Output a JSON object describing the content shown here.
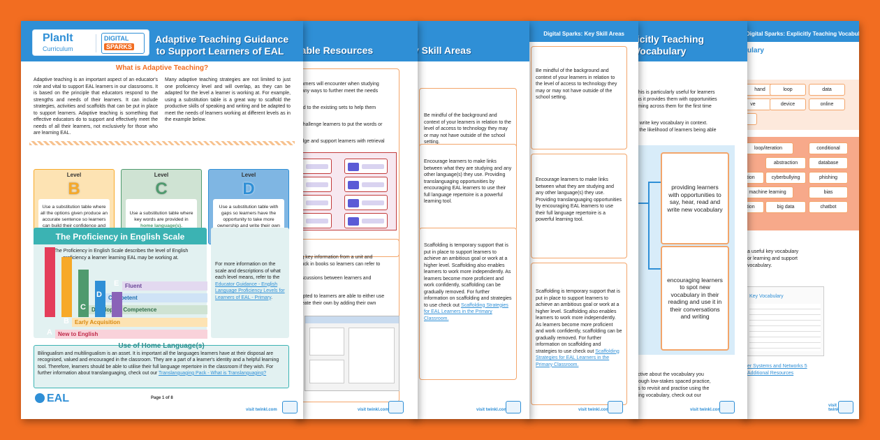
{
  "page1": {
    "logo_brand": "PlanIt",
    "logo_sub": "Curriculum",
    "badge_top": "DIGITAL",
    "badge_bottom": "SPARKS",
    "title_line1": "Adaptive Teaching Guidance",
    "title_line2": "to Support Learners of EAL",
    "section_heading": "What is Adaptive Teaching?",
    "col1_text": "Adaptive teaching is an important aspect of an educator's role and vital to support EAL learners in our classrooms. It is based on the principle that educators respond to the strengths and needs of their learners. It can include strategies, activities and scaffolds that can be put in place to support learners. Adaptive teaching is something that effective educators do to support and effectively meet the needs of all their learners, not exclusively for those who are learning EAL.",
    "col2_text": "Many adaptive teaching strategies are not limited to just one proficiency level and will overlap, as they can be adapted for the level a learner is working at. For example, using a substitution table is a great way to scaffold the productive skills of speaking and writing and be adapted to meet the needs of learners working at different levels as in the example below.",
    "levels": [
      {
        "label": "Level",
        "letter": "B",
        "desc": "Use a substitution table where all the options given produce an accurate sentence so learners can build their confidence and include visuals.",
        "color": "#f7a928",
        "bg": "#fde3b3"
      },
      {
        "label": "Level",
        "letter": "C",
        "desc_a": "Use a substitution table where key words are provided in",
        "desc_b": "home language(s).",
        "color": "#4f9a6e",
        "bg": "#cfe3d3"
      },
      {
        "label": "Level",
        "letter": "D",
        "desc": "Use a substitution table with gaps so learners have the opportunity to take more ownership and write their own responses.",
        "color": "#2f8fd6",
        "bg": "#7fb6e3"
      }
    ],
    "scale_title": "The Proficiency in English Scale",
    "scale_desc": "The Proficiency in English Scale describes the level of English proficiency a learner learning EAL may be working at.",
    "scale_levels": [
      {
        "letter": "A",
        "name": "New to English",
        "color": "#e43d5a"
      },
      {
        "letter": "B",
        "name": "Early Acquisition",
        "color": "#f7a928"
      },
      {
        "letter": "C",
        "name": "Developing Competence",
        "color": "#4f9a6e"
      },
      {
        "letter": "D",
        "name": "Competent",
        "color": "#2f8fd6"
      },
      {
        "letter": "E",
        "name": "Fluent",
        "color": "#8a63b8"
      }
    ],
    "side_text": "For more information on the scale and descriptions of what each level means, refer to the",
    "side_link": "Educator Guidance - English Language Proficiency Levels for Learners of EAL - Primary",
    "home_heading": "Use of Home Language(s)",
    "home_text": "Bilingualism and multilingualism is an asset. It is important all the languages learners have at their disposal are recognised, valued and encouraged in the classroom. They are a part of a learner's identity and a helpful learning tool. Therefore, learners should be able to utilise their full language repertoire in the classroom if they wish. For further information about translanguaging, check out our",
    "home_link": "Translanguaging Pack - What is Translanguaging?",
    "footer_logo": "EAL",
    "footer_page": "Page 1 of 8",
    "footer_site": "visit twinkl.com"
  },
  "page2": {
    "title": "table Resources",
    "lines": [
      "learners will encounter when studying",
      "many ways to further meet the needs",
      "add to the existing sets to help them",
      "r challenge learners to put the words or",
      "ledge and support learners with retrieval"
    ],
    "lines2": [
      "ing key information from a unit and",
      "stuck in books so learners can refer to",
      "discussions between learners and",
      "dapted to learners are able to either use",
      "create their own by adding their own"
    ],
    "footer_site": "visit twinkl.com"
  },
  "page3": {
    "title": "y Skill Areas",
    "boxes": [
      "Be mindful of the background and context of your learners in relation to the level of access to technology they may or may not have outside of the school setting.",
      "Encourage learners to make links between what they are studying and any other language(s) they use. Providing translanguaging opportunities by encouraging EAL learners to use their full language repertoire is a powerful learning tool.",
      "Scaffolding is temporary support that is put in place to support learners to achieve an ambitious goal or work at a higher level. Scaffolding also enables learners to work more independently. As learners become more proficient and work confidently, scaffolding can be gradually removed. For further information on scaffolding and strategies to use check out"
    ],
    "link": "Scaffolding Strategies for EAL Learners in the Primary Classroom.",
    "footer_site": "visit twinkl.com"
  },
  "page4": {
    "band_title": "Digital Sparks: Key Skill Areas",
    "boxes": [
      "Be mindful of the background and context of your learners in relation to the level of access to technology they may or may not have outside of the school setting.",
      "Encourage learners to make links between what they are studying and any other language(s) they use. Providing translanguaging opportunities by encouraging EAL learners to use their full language repertoire is a powerful learning tool.",
      "Scaffolding is temporary support that is put in place to support learners to achieve an ambitious goal or work at a higher level. Scaffolding also enables learners to work more independently. As learners become more proficient and work confidently, scaffolding can be gradually removed. For further information on scaffolding and strategies to use check out"
    ],
    "link": "Scaffolding Strategies for EAL Learners in the Primary Classroom.",
    "footer_site": "visit twinkl.com"
  },
  "page5": {
    "title_line1": "licitly Teaching",
    "title_line2": "Vocabulary",
    "lines": [
      "d this is particularly useful for learners",
      "s as it provides them with opportunities",
      "coming across them for the first time",
      "nd write key vocabulary in context.",
      "es the likelihood of learners being able"
    ],
    "box1": "providing learners with opportunities to say, hear, read and write new vocabulary",
    "box2": "encouraging learners to spot new vocabulary in their reading and use it in their conversations and writing",
    "lines2": [
      "flective about the vocabulary you",
      "through low-stakes spaced practice,",
      "ties to revisit and practise using the",
      "ching vocabulary, check out our"
    ],
    "footer_site": "visit twinkl.com"
  },
  "page6": {
    "band_title": "Digital Sparks: Explicitly Teaching Vocabulary",
    "heading": "ulary",
    "words_top": [
      "hand",
      "loop",
      "data",
      "ve",
      "device",
      "online",
      "n"
    ],
    "words_mid": [
      "loop/iteration",
      "conditional",
      "abstraction",
      "database",
      "ation",
      "cyberbullying",
      "phishing",
      "machine learning",
      "bias",
      "ation",
      "big data",
      "chatbot"
    ],
    "lines": [
      "a useful key vocabulary",
      "or learning and support",
      "vocabulary."
    ],
    "preview_title": "Key Vocabulary",
    "link": "er Systems and Networks 5 Additional Resources",
    "footer_site": "visit twinkl.com"
  }
}
